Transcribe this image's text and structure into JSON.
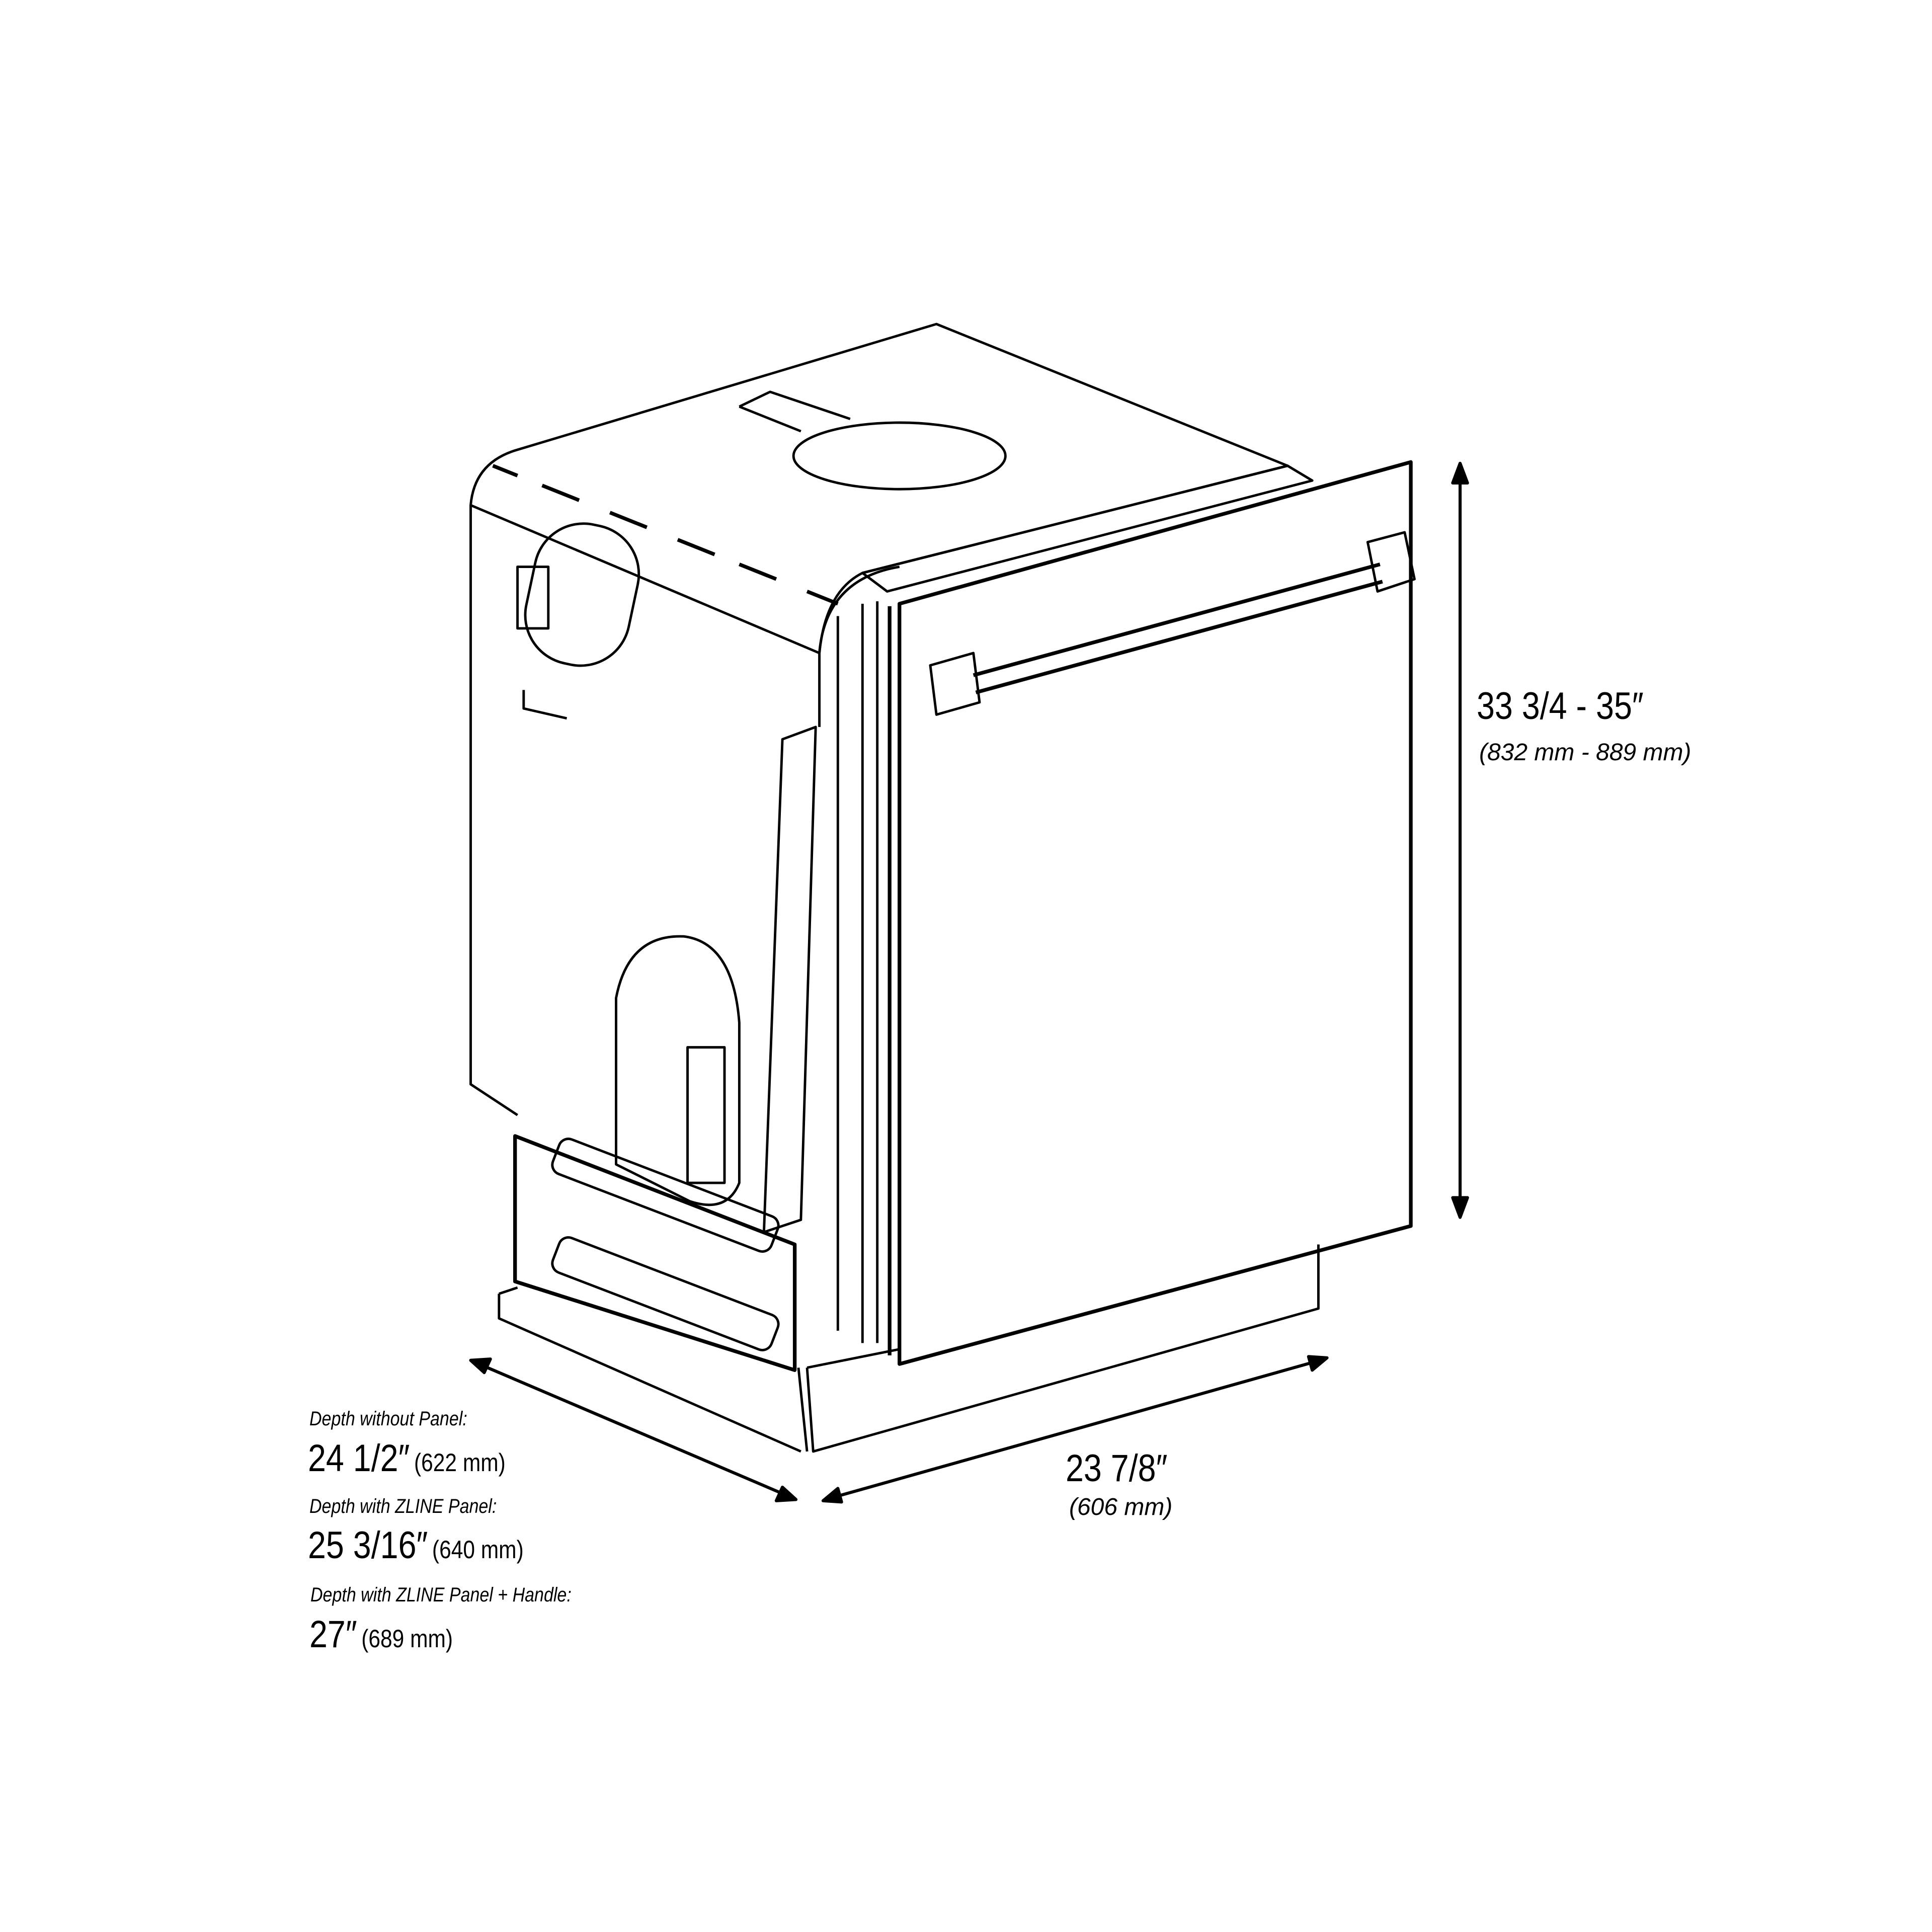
{
  "height_dimension": {
    "value": "33 3/4 - 35″",
    "metric": "(832 mm - 889 mm)"
  },
  "width_dimension": {
    "value": "23 7/8″",
    "metric": "(606 mm)"
  },
  "depths": [
    {
      "label": "Depth without Panel:",
      "value": "24 1/2″",
      "metric": "(622 mm)"
    },
    {
      "label": "Depth with ZLINE Panel:",
      "value": "25 3/16″",
      "metric": "(640 mm)"
    },
    {
      "label": "Depth with ZLINE Panel + Handle:",
      "value": "27″",
      "metric": "(689 mm)"
    }
  ],
  "colors": {
    "line": "#000000",
    "background": "#ffffff"
  }
}
